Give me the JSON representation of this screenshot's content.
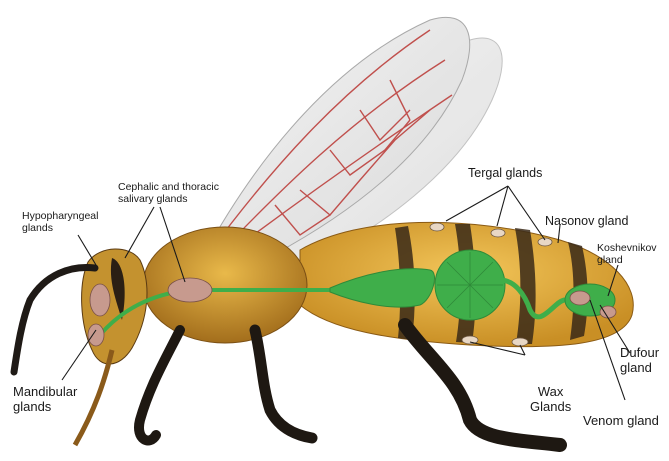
{
  "labels": {
    "cephalic": [
      "Cephalic and thoracic",
      "salivary glands"
    ],
    "hypopharyngeal": [
      "Hypopharyngeal",
      "glands"
    ],
    "tergal": "Tergal glands",
    "nasonov": "Nasonov gland",
    "koshevnikov": [
      "Koshevnikov",
      "gland"
    ],
    "mandibular": [
      "Mandibular",
      "glands"
    ],
    "wax": [
      "Wax",
      "Glands"
    ],
    "dufour": [
      "Dufour",
      "gland"
    ],
    "venom": "Venom gland"
  },
  "colors": {
    "gland_green": "#3fae4a",
    "gland_pink": "#c79a8e",
    "body_yellow": "#e8b43a",
    "body_dark": "#2b1f14",
    "wing_vein": "#c0504d",
    "wing_fill": "#ececec"
  }
}
